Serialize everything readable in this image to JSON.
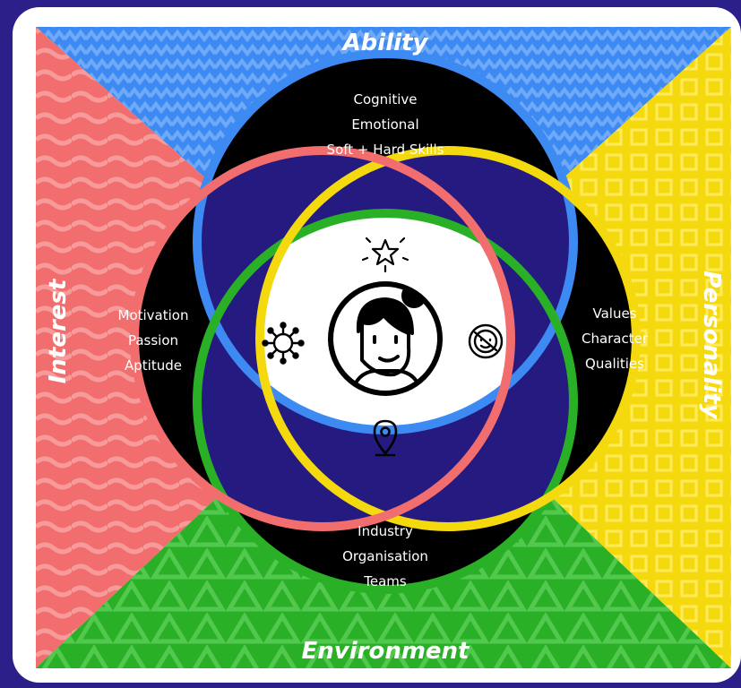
{
  "quadrants": {
    "ability": "Ability",
    "interest": "Interest",
    "personality": "Personality",
    "environment": "Environment"
  },
  "circles": {
    "ability": [
      "Cognitive",
      "Emotional",
      "Soft + Hard Skills"
    ],
    "interest": [
      "Motivation",
      "Passion",
      "Aptitude"
    ],
    "personality": [
      "Values",
      "Character",
      "Qualities"
    ],
    "environment": [
      "Industry",
      "Organisation",
      "Teams"
    ]
  },
  "colors": {
    "background": "#2b1f8a",
    "ability": "#3d8bf2",
    "interest": "#f26d6d",
    "personality": "#f5d90f",
    "environment": "#2ab027",
    "overlap": "#251a80",
    "circle_fill": "#000000"
  },
  "icons": {
    "top": "star-icon",
    "left": "virus-icon",
    "right": "face-badge-icon",
    "bottom": "location-pin-icon",
    "center": "person-avatar-icon"
  }
}
